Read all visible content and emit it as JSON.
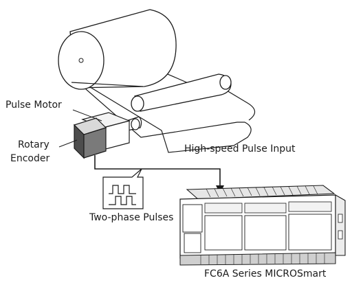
{
  "labels": {
    "pulse_motor": "Pulse Motor",
    "rotary_line1": "Rotary",
    "rotary_line2": "Encoder",
    "high_speed": "High-speed Pulse Input",
    "two_phase": "Two-phase Pulses",
    "plc": "FC6A Series MICROSmart"
  },
  "colors": {
    "line": "#1a1a1a",
    "encoder_front": "#7a7a7a",
    "encoder_top": "#d9d9d9",
    "encoder_side": "#4d4d4d",
    "plc_body": "#ffffff",
    "plc_terminal": "#cfcfcf"
  },
  "icons": {
    "roller": "large-roller-icon",
    "small_roller": "small-roller-icon",
    "motor": "pulse-motor-icon",
    "encoder": "rotary-encoder-icon",
    "pulses": "two-phase-pulse-icon",
    "plc": "plc-controller-icon"
  }
}
